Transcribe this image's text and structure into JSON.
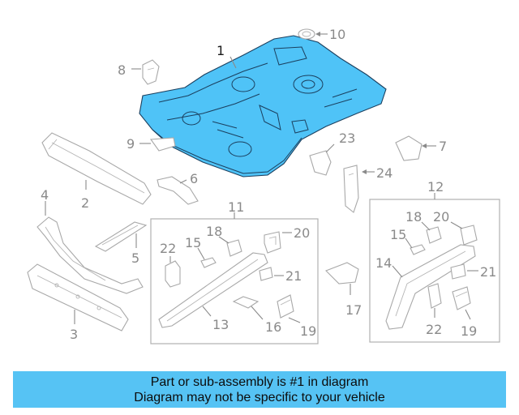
{
  "callouts": {
    "c1": "1",
    "c2": "2",
    "c3": "3",
    "c4": "4",
    "c5": "5",
    "c6": "6",
    "c7": "7",
    "c8": "8",
    "c9": "9",
    "c10": "10",
    "c11": "11",
    "c12": "12",
    "c13": "13",
    "c14": "14",
    "c15a": "15",
    "c15b": "15",
    "c16": "16",
    "c17": "17",
    "c18a": "18",
    "c18b": "18",
    "c19a": "19",
    "c19b": "19",
    "c20a": "20",
    "c20b": "20",
    "c21a": "21",
    "c21b": "21",
    "c22a": "22",
    "c22b": "22",
    "c23": "23",
    "c24": "24"
  },
  "banner": {
    "line1": "Part or sub-assembly is #1 in diagram",
    "line2": "Diagram may not be specific to your vehicle"
  },
  "colors": {
    "highlight": "#4fc3f7",
    "banner": "#56c3f4"
  }
}
